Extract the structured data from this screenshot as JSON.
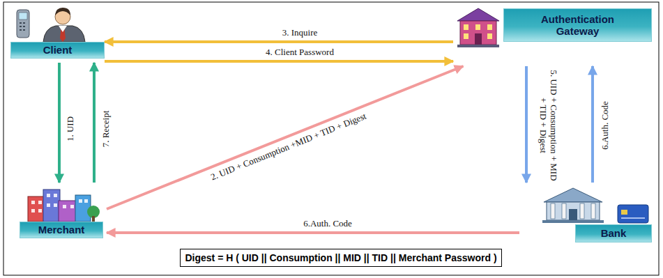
{
  "diagram": {
    "nodes": [
      {
        "text": [
          "Client"
        ]
      },
      {
        "text": [
          "Authentication Gateway"
        ]
      },
      {
        "text": [
          "Merchant"
        ]
      },
      {
        "text": [
          "Bank"
        ]
      },
      {
        "text": [
          "Digest = H ( UID || Consumption || MID || TID || Merchant Password )"
        ]
      }
    ],
    "edges": [
      {
        "from": 0,
        "to": 2,
        "arrow": "to",
        "label": "1. UID"
      },
      {
        "from": 2,
        "to": 1,
        "arrow": "to",
        "label": "2. UID + Consumption +MID + TID + Digest"
      },
      {
        "from": 1,
        "to": 0,
        "arrow": "to",
        "label": "3. Inquire"
      },
      {
        "from": 0,
        "to": 1,
        "arrow": "to",
        "label": "4. Client Password"
      },
      {
        "from": 1,
        "to": 3,
        "arrow": "to",
        "label": "5. UID + Consumption + MID + TID + Digest"
      },
      {
        "from": 3,
        "to": 1,
        "arrow": "to",
        "label": "6.Auth. Code"
      },
      {
        "from": 3,
        "to": 2,
        "arrow": "to",
        "label": "6.Auth. Code"
      },
      {
        "from": 2,
        "to": 0,
        "arrow": "to",
        "label": "7. Receipt"
      }
    ]
  }
}
